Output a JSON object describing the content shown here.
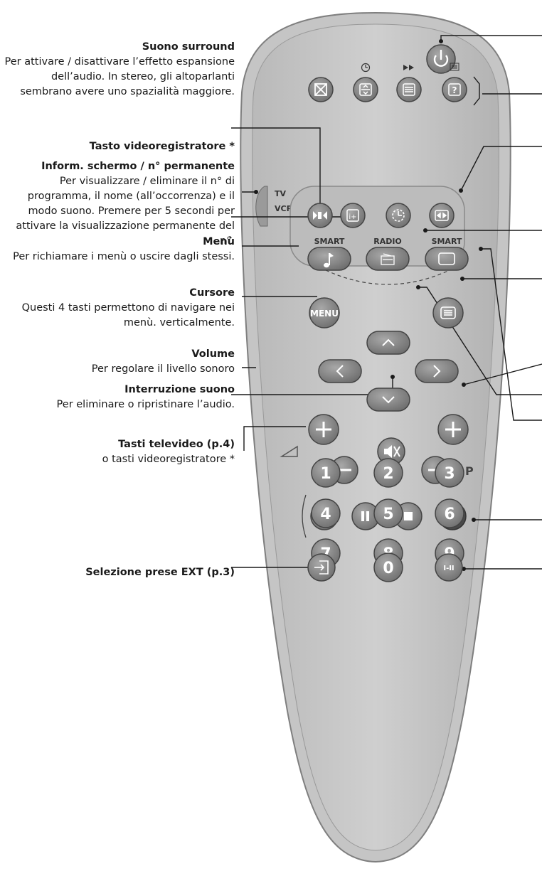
{
  "labels": {
    "surround": {
      "title": "Suono surround",
      "desc": "Per attivare / disattivare l’effetto espansione dell’audio. In stereo, gli altoparlanti sembrano avere uno spazialità maggiore."
    },
    "vcr_key": {
      "title": "Tasto videoregistratore *"
    },
    "info": {
      "title": "Inform. schermo / n° permanente",
      "desc": "Per visualizzare / eliminare il n° di programma, il nome (all’occorrenza) e il modo suono. Premere per 5 secondi per attivare la visualizzazione permanente del n°."
    },
    "menu": {
      "title": "Menù",
      "desc": "Per richiamare i menù o uscire dagli stessi."
    },
    "cursor": {
      "title": "Cursore",
      "desc": "Questi 4 tasti permettono di navigare nei menù. verticalmente."
    },
    "volume": {
      "title": "Volume",
      "desc": "Per regolare il livello sonoro"
    },
    "mute": {
      "title": "Interruzione suono",
      "desc": "Per eliminare o ripristinare l’audio."
    },
    "teletext": {
      "title": "Tasti televideo (p.4)",
      "desc": "o tasti videoregistratore *"
    },
    "ext": {
      "title": "Selezione prese EXT (p.3)"
    }
  },
  "remote": {
    "switch_tv": "TV",
    "switch_vcr": "VCR",
    "smart_left": "SMART",
    "radio": "RADIO",
    "smart_right": "SMART",
    "menu_button": "MENU",
    "p_label": "P",
    "dual_button": "I-II",
    "digits": [
      "1",
      "2",
      "3",
      "4",
      "5",
      "6",
      "7",
      "8",
      "9",
      "0"
    ]
  }
}
